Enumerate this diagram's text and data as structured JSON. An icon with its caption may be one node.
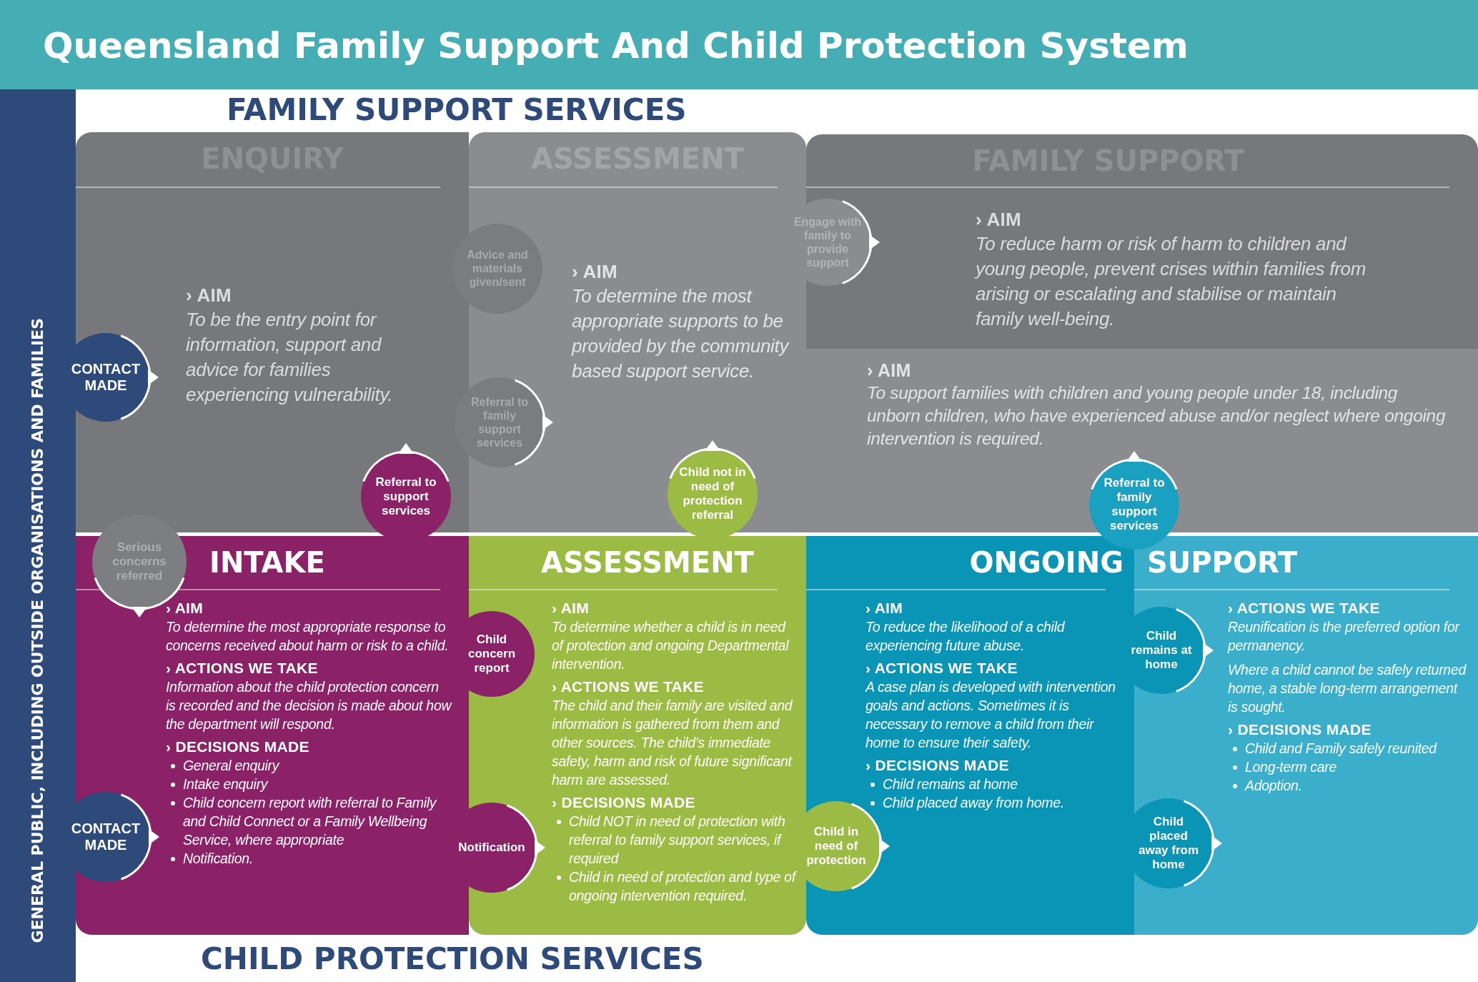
{
  "diagram": {
    "title": "Queensland Family Support And Child Protection System",
    "nodes": [
      {
        "text": [
          "GENERAL PUBLIC, INCLUDING OUTSIDE ORGANISATIONS AND FAMILIES"
        ]
      },
      {
        "text": [
          "ENQUIRY",
          "› AIM",
          "To be the entry point for information, support and advice for families experiencing vulnerability."
        ]
      },
      {
        "text": [
          "ASSESSMENT",
          "› AIM",
          "To determine the most appropriate supports to be provided by the community based support service."
        ]
      },
      {
        "text": [
          "FAMILY SUPPORT",
          "› AIM",
          "To reduce harm or risk of harm to children and young people, prevent crises within families from arising or escalating and stabilise or maintain family well-being."
        ]
      },
      {
        "text": [
          "› AIM",
          "To support families with children and young people under 18, including unborn children, who have experienced abuse and/or neglect where ongoing intervention is required."
        ],
        "in": 3
      },
      {
        "text": [
          "INTAKE",
          "› AIM",
          "To determine the most appropriate response to concerns received about harm or risk to a child.",
          "› ACTIONS WE TAKE",
          "Information about the child protection concern is recorded and the decision is made about how the department will respond.",
          "› DECISIONS MADE",
          "General enquiry",
          "Intake enquiry",
          "Child concern report with referral to Family and Child Connect or a Family Wellbeing Service, where appropriate",
          "Notification."
        ]
      },
      {
        "text": [
          "ASSESSMENT",
          "› AIM",
          "To determine whether a child is in need of protection and ongoing Departmental intervention.",
          "› ACTIONS WE TAKE",
          "The child and their family are visited and information is gathered from them and other sources. The child's immediate safety, harm and risk of future significant harm are assessed.",
          "› DECISIONS MADE",
          "Child NOT in need of protection with referral to family support services, if required",
          "Child in need of protection and type of ongoing intervention required."
        ]
      },
      {
        "text": [
          "ONGOING",
          "› AIM",
          "To reduce the likelihood of a child experiencing future abuse.",
          "› ACTIONS WE TAKE",
          "A case plan is developed with intervention goals and actions. Sometimes it is necessary to remove a child from their home to ensure their safety.",
          "› DECISIONS MADE",
          "Child remains at home",
          "Child placed away from home."
        ]
      },
      {
        "text": [
          "SUPPORT",
          "› ACTIONS WE TAKE",
          "Reunification is the preferred option for permanency.",
          "Where a child cannot be safely returned home, a stable long-term arrangement is sought.",
          "› DECISIONS MADE",
          "Child and Family safely reunited",
          "Long-term care",
          "Adoption."
        ]
      },
      {
        "text": [
          "Advice and materials given/sent"
        ]
      },
      {
        "text": [
          "Engage with family to provide support"
        ]
      },
      {
        "text": [
          "CONTACT MADE"
        ]
      },
      {
        "text": [
          "Referral to family support services"
        ]
      },
      {
        "text": [
          "Referral to support services"
        ]
      },
      {
        "text": [
          "Child not in need of protection referral"
        ]
      },
      {
        "text": [
          "Referral to family support services"
        ]
      },
      {
        "text": [
          "Serious concerns referred"
        ]
      },
      {
        "text": [
          "Child concern report"
        ]
      },
      {
        "text": [
          "Child remains at home"
        ]
      },
      {
        "text": [
          "CONTACT MADE"
        ]
      },
      {
        "text": [
          "Notification"
        ]
      },
      {
        "text": [
          "Child in need of protection"
        ]
      },
      {
        "text": [
          "Child placed away from home"
        ]
      }
    ],
    "labels": [
      "FAMILY SUPPORT SERVICES",
      "CHILD PROTECTION SERVICES"
    ]
  }
}
